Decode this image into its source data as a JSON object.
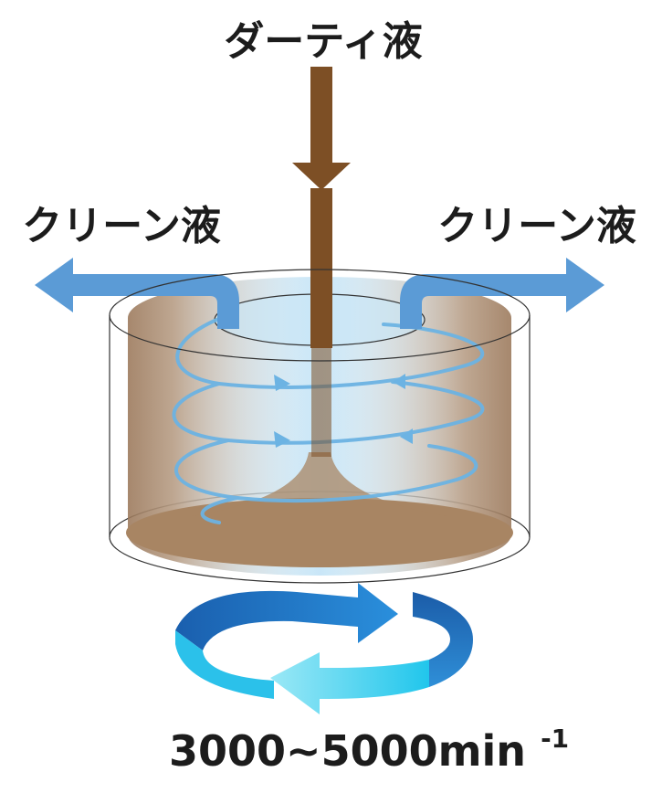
{
  "labels": {
    "dirty_liquid": "ダーティ液",
    "clean_liquid_left": "クリーン液",
    "clean_liquid_right": "クリーン液",
    "speed_main": "3000~5000min",
    "speed_exponent": "-1"
  },
  "colors": {
    "dirty_pipe": "#7d4f25",
    "sediment": "#a88563",
    "clean_arrow": "#5b9bd6",
    "spiral": "#6cb3e3",
    "rotation_dark": "#1e63b4",
    "rotation_light": "#29cbee"
  }
}
